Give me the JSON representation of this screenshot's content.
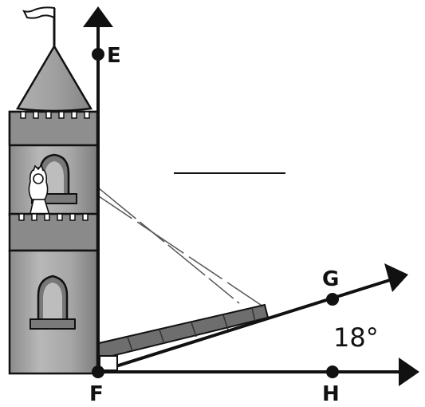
{
  "points": {
    "E": "E",
    "F": "F",
    "G": "G",
    "H": "H"
  },
  "angle_label": "18°",
  "answer_blank": "",
  "colors": {
    "ink": "#111111",
    "tower_light": "#b5b5b5",
    "tower_mid": "#999999",
    "tower_dark": "#707070",
    "roof": "#9e9e9e",
    "window": "#8a8a8a",
    "bridge": "#6e6e6e"
  },
  "icons": {
    "flag": "flag-icon",
    "princess": "princess-icon"
  }
}
